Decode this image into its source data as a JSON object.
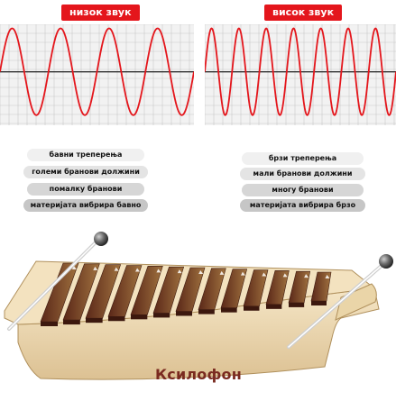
{
  "low_sound": {
    "label": "низок звук",
    "wave_cycles": 4,
    "descriptions": [
      "бавни треперења",
      "големи бранови должини",
      "помалку бранови",
      "материјата вибрира бавно"
    ]
  },
  "high_sound": {
    "label": "висок звук",
    "wave_cycles": 7,
    "descriptions": [
      "брзи треперења",
      "мали бранови должини",
      "многу бранови",
      "материјата вибрира брзо"
    ]
  },
  "instrument": {
    "caption": "Ксилофон",
    "bar_count": 13
  },
  "colors": {
    "wave": "#e4161c",
    "badge": "#e4161c",
    "grid": "#c8c8c8",
    "grid_bg": "#f2f2f2",
    "axis": "#333333",
    "wood_base": "#efdcb6",
    "wood_shade": "#d2b37f",
    "bar_dark": "#5e2a1c",
    "bar_light": "#9a6a3a",
    "caption": "#7a2a20"
  }
}
